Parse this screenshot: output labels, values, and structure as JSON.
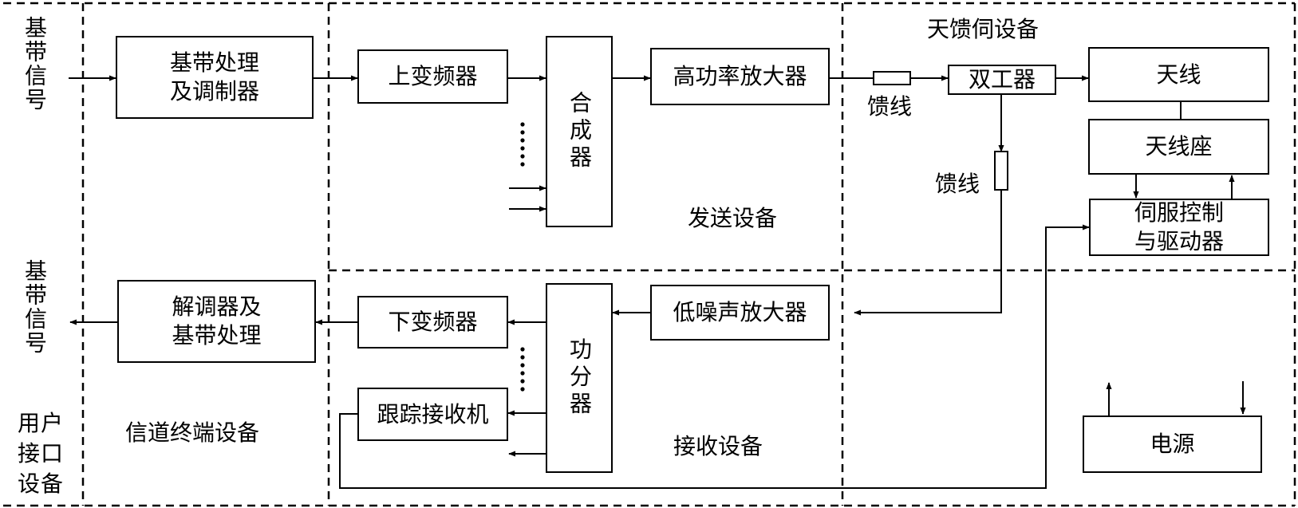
{
  "sections": {
    "user_interface": "用户接口设备",
    "channel_terminal": "信道终端设备",
    "transmit": "发送设备",
    "receive": "接收设备",
    "antenna_feed_servo": "天馈伺设备"
  },
  "baseband_in": "基带信号",
  "baseband_out": "基带信号",
  "blocks": {
    "baseband_mod": "基带处理\n及调制器",
    "upconverter": "上变频器",
    "combiner": "合成器",
    "hpa": "高功率放大器",
    "diplexer": "双工器",
    "antenna": "天线",
    "antenna_mount": "天线座",
    "servo": "伺服控制\n与驱动器",
    "lna": "低噪声放大器",
    "splitter": "功分器",
    "downconverter": "下变频器",
    "tracking_receiver": "跟踪接收机",
    "demod_baseband": "解调器及\n基带处理",
    "power_supply": "电源"
  },
  "feeder_label_1": "馈线",
  "feeder_label_2": "馈线"
}
